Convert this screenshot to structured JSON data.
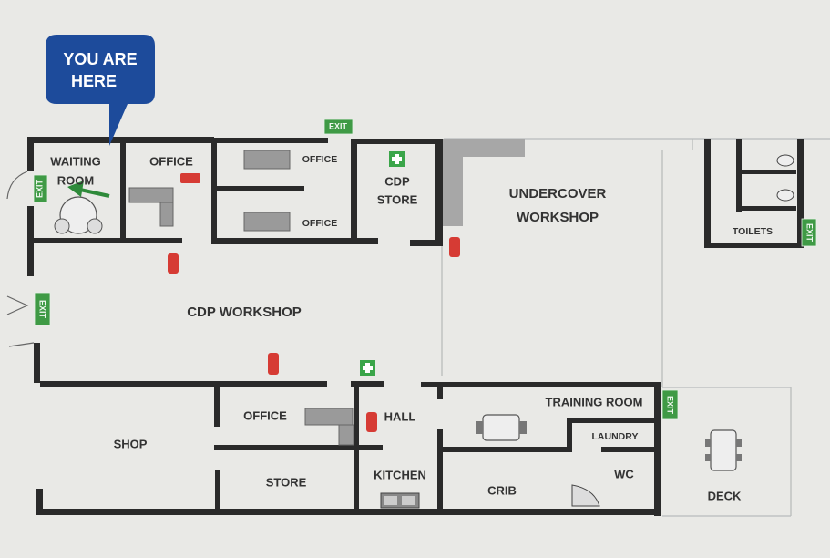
{
  "you_are_here": {
    "line1": "YOU ARE",
    "line2": "HERE"
  },
  "rooms": {
    "waiting_room": {
      "line1": "WAITING",
      "line2": "ROOM"
    },
    "office_main": "OFFICE",
    "office_top_right": "OFFICE",
    "office_bottom_right": "OFFICE",
    "cdp_store": {
      "line1": "CDP",
      "line2": "STORE"
    },
    "undercover_workshop": {
      "line1": "UNDERCOVER",
      "line2": "WORKSHOP"
    },
    "toilets": "TOILETS",
    "cdp_workshop": "CDP WORKSHOP",
    "shop": "SHOP",
    "office_lower": "OFFICE",
    "hall": "HALL",
    "training_room": "TRAINING ROOM",
    "laundry": "LAUNDRY",
    "wc": "WC",
    "store": "STORE",
    "kitchen": "KITCHEN",
    "crib": "CRIB",
    "deck": "DECK"
  },
  "exits": {
    "top": "EXIT",
    "waiting_room": "EXIT",
    "west": "EXIT",
    "toilets": "EXIT",
    "training_room": "EXIT"
  },
  "colors": {
    "wall": "#2a2a2a",
    "exit_sign": "#3f9a45",
    "you_are_here_bubble": "#1d4b9b",
    "extinguisher": "#d63b34",
    "first_aid": "#3aa549",
    "arrow": "#2e8a3a"
  },
  "icons": [
    "fire-extinguisher-icon",
    "first-aid-icon",
    "exit-sign-icon",
    "direction-arrow-icon",
    "door-swing-icon",
    "toilet-icon",
    "sink-icon",
    "table-icon"
  ]
}
